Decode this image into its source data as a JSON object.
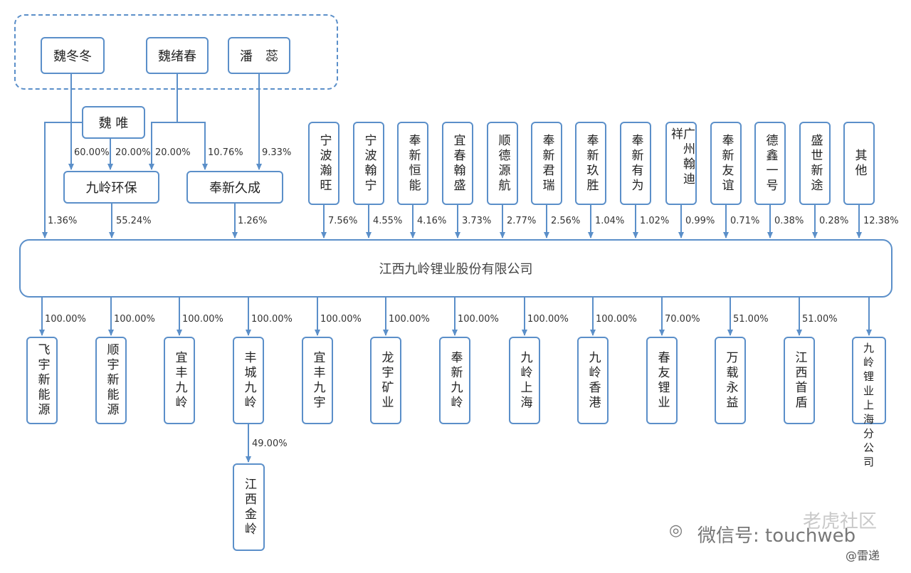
{
  "top_people": [
    "魏冬冬",
    "魏绪春",
    "潘　蕊"
  ],
  "wei_wei": "魏 唯",
  "mid_companies": [
    "九岭环保",
    "奉新久成"
  ],
  "upper_pct": {
    "wdd_to_jlhb": "60.00%",
    "ww_to_jlhb": "20.00%",
    "wxc_to_jlhb": "20.00%",
    "wxc_to_fxjc": "10.76%",
    "pr_to_fxjc": "9.33%"
  },
  "direct_pct": {
    "ww": "1.36%",
    "jlhb": "55.24%",
    "fxjc": "1.26%"
  },
  "shareholders": [
    {
      "name": "宁波瀚旺",
      "pct": "7.56%"
    },
    {
      "name": "宁波翰宁",
      "pct": "4.55%"
    },
    {
      "name": "奉新恒能",
      "pct": "4.16%"
    },
    {
      "name": "宜春翰盛",
      "pct": "3.73%"
    },
    {
      "name": "顺德源航",
      "pct": "2.77%"
    },
    {
      "name": "奉新君瑞",
      "pct": "2.56%"
    },
    {
      "name": "奉新玖胜",
      "pct": "1.04%"
    },
    {
      "name": "奉新有为",
      "pct": "1.02%"
    },
    {
      "name": "广州翰迪祥",
      "pct": "0.99%"
    },
    {
      "name": "奉新友谊",
      "pct": "0.71%"
    },
    {
      "name": "德鑫一号",
      "pct": "0.38%"
    },
    {
      "name": "盛世新途",
      "pct": "0.28%"
    },
    {
      "name": "其他",
      "pct": "12.38%"
    }
  ],
  "main_company": "江西九岭锂业股份有限公司",
  "subsidiaries": [
    {
      "name": "飞宇新能源",
      "pct": "100.00%"
    },
    {
      "name": "顺宇新能源",
      "pct": "100.00%"
    },
    {
      "name": "宜丰九岭",
      "pct": "100.00%"
    },
    {
      "name": "丰城九岭",
      "pct": "100.00%"
    },
    {
      "name": "宜丰九宇",
      "pct": "100.00%"
    },
    {
      "name": "龙宇矿业",
      "pct": "100.00%"
    },
    {
      "name": "奉新九岭",
      "pct": "100.00%"
    },
    {
      "name": "九岭上海",
      "pct": "100.00%"
    },
    {
      "name": "九岭香港",
      "pct": "100.00%"
    },
    {
      "name": "春友锂业",
      "pct": "70.00%"
    },
    {
      "name": "万载永益",
      "pct": "51.00%"
    },
    {
      "name": "江西首盾",
      "pct": "51.00%"
    },
    {
      "name": "九岭锂业上海分公司",
      "pct": ""
    }
  ],
  "sub_sub": {
    "name": "江西金岭",
    "pct": "49.00%"
  },
  "watermarks": {
    "wechat": "微信号: touchweb",
    "laohu": "老虎社区",
    "leidi": "@雷递"
  },
  "colors": {
    "line": "#5b8fc9",
    "text": "#222222"
  }
}
